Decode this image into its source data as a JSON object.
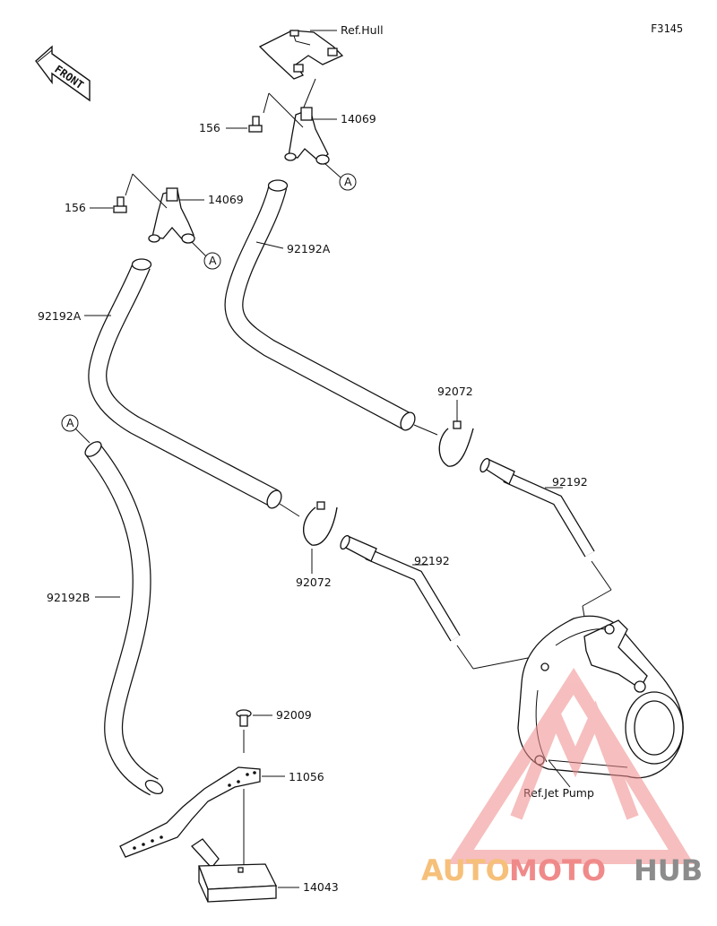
{
  "figure_code": "F3145",
  "front_label": "FRONT",
  "ref_hull": "Ref.Hull",
  "ref_jet_pump": "Ref.Jet Pump",
  "callout_letter": "A",
  "parts": {
    "p14069_upper": "14069",
    "p14069_lower": "14069",
    "p156_upper": "156",
    "p156_lower": "156",
    "p92192A_right": "92192A",
    "p92192A_left": "92192A",
    "p92072_upper": "92072",
    "p92072_lower": "92072",
    "p92192_upper": "92192",
    "p92192_lower": "92192",
    "p92192B": "92192B",
    "p92009": "92009",
    "p11056": "11056",
    "p14043": "14043"
  },
  "watermark": {
    "part1": "AUTO",
    "part2": "MOTO",
    "part3": "HUB"
  },
  "colors": {
    "watermark_orange": "#f6c07a",
    "watermark_red": "#f08a8a",
    "watermark_gray": "#8c8c8c",
    "line": "#111111"
  }
}
